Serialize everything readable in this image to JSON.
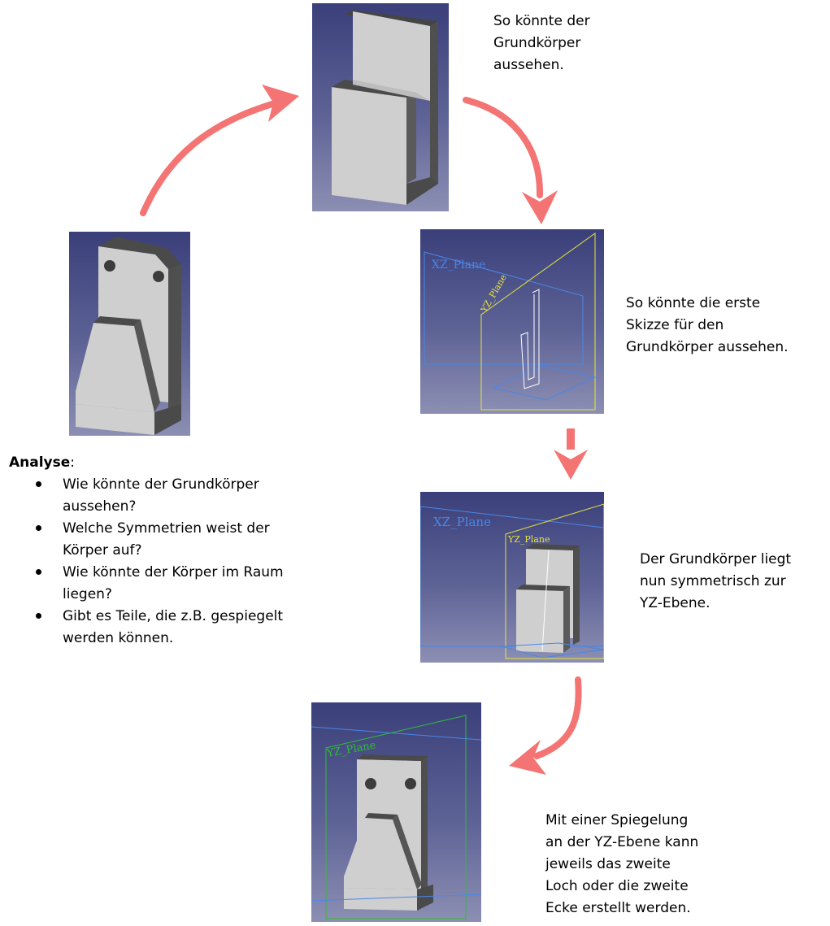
{
  "notes": {
    "top": [
      "So könnte der",
      "Grundkörper",
      "aussehen."
    ],
    "sketch": [
      "So könnte die erste",
      "Skizze für den",
      "Grundkörper aussehen."
    ],
    "symmetric": [
      "Der Grundkörper liegt",
      "nun symmetrisch zur",
      "YZ-Ebene."
    ],
    "mirror": [
      "Mit einer Spiegelung",
      "an der YZ-Ebene kann",
      "jeweils das zweite",
      "Loch oder die zweite",
      "Ecke erstellt werden."
    ]
  },
  "analysis": {
    "title": "Analyse",
    "colon": ":",
    "items": [
      [
        "Wie könnte der Grundkörper",
        "aussehen?"
      ],
      [
        "Welche Symmetrien weist der",
        "Körper auf?"
      ],
      [
        "Wie könnte der Körper im Raum",
        "liegen?"
      ],
      [
        "Gibt es Teile, die z.B. gespiegelt",
        "werden können."
      ]
    ]
  },
  "panels": {
    "sketch": {
      "xz_label": "XZ_Plane",
      "yz_label": "YZ_Plane"
    },
    "symmetric": {
      "xz_label": "XZ_Plane",
      "yz_label": "YZ_Plane"
    },
    "mirror": {
      "yz_label": "YZ_Plane"
    }
  },
  "colors": {
    "arrow": "#f47474",
    "xz_plane": "#4a86e8",
    "yz_plane": "#e6e63a",
    "yz_plane_mirror": "#2fbf2f",
    "part_face": "#cfcfcf",
    "part_side": "#5a5a5a"
  }
}
